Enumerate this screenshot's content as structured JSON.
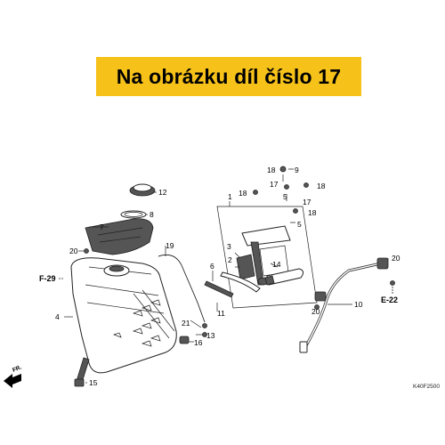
{
  "banner": {
    "text": "Na obrázku díl číslo 17",
    "color": "#f6c21a"
  },
  "diagram_code": "K40F2500",
  "front_arrow": "FR.",
  "references": [
    "F-29",
    "E-22"
  ],
  "callouts": {
    "c1": "1",
    "c2": "2",
    "c3": "3",
    "c4": "4",
    "c5a": "5",
    "c5b": "5",
    "c6": "6",
    "c7": "7",
    "c8": "8",
    "c9": "9",
    "c10": "10",
    "c11": "11",
    "c12": "12",
    "c13": "13",
    "c14": "14",
    "c15": "15",
    "c16": "16",
    "c17a": "17",
    "c17b": "17",
    "c18a": "18",
    "c18b": "18",
    "c18c": "18",
    "c18d": "18",
    "c19": "19",
    "c20a": "20",
    "c20b": "20",
    "c20c": "20",
    "c21": "21"
  }
}
